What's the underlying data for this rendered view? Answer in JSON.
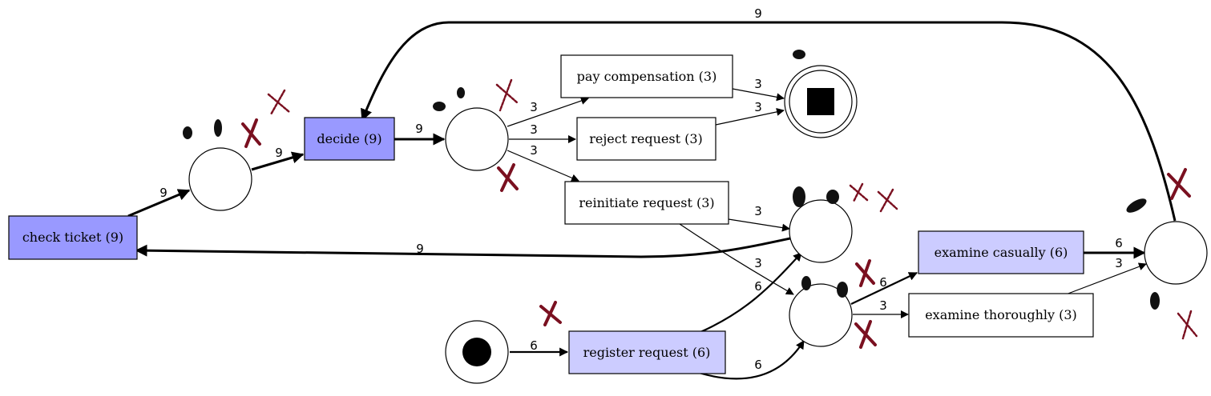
{
  "transitions": {
    "check_ticket": "check ticket (9)",
    "decide": "decide (9)",
    "pay_compensation": "pay compensation (3)",
    "reject_request": "reject request (3)",
    "reinitiate_request": "reinitiate request (3)",
    "examine_casually": "examine casually (6)",
    "examine_thoroughly": "examine thoroughly (3)",
    "register_request": "register request (6)"
  },
  "arcs": {
    "end_to_decide": "9",
    "check_to_p1": "9",
    "p1_to_decide": "9",
    "decide_to_p2": "9",
    "p2_to_pay": "3",
    "p2_to_reject": "3",
    "p2_to_reinit": "3",
    "pay_to_sink": "3",
    "reject_to_sink": "3",
    "reinit_to_p3": "3",
    "reinit_to_p4": "3",
    "p3_to_check": "9",
    "register_to_p3": "6",
    "start_to_register": "6",
    "register_to_p4": "6",
    "p4_to_casual": "6",
    "p4_to_thorough": "3",
    "casual_to_p5": "6",
    "thorough_to_p5": "3"
  },
  "colors": {
    "frequent_activity": "#9999ff",
    "medium_activity": "#ccccff",
    "rare_activity": "#ffffff",
    "marker": "#7a1020"
  }
}
